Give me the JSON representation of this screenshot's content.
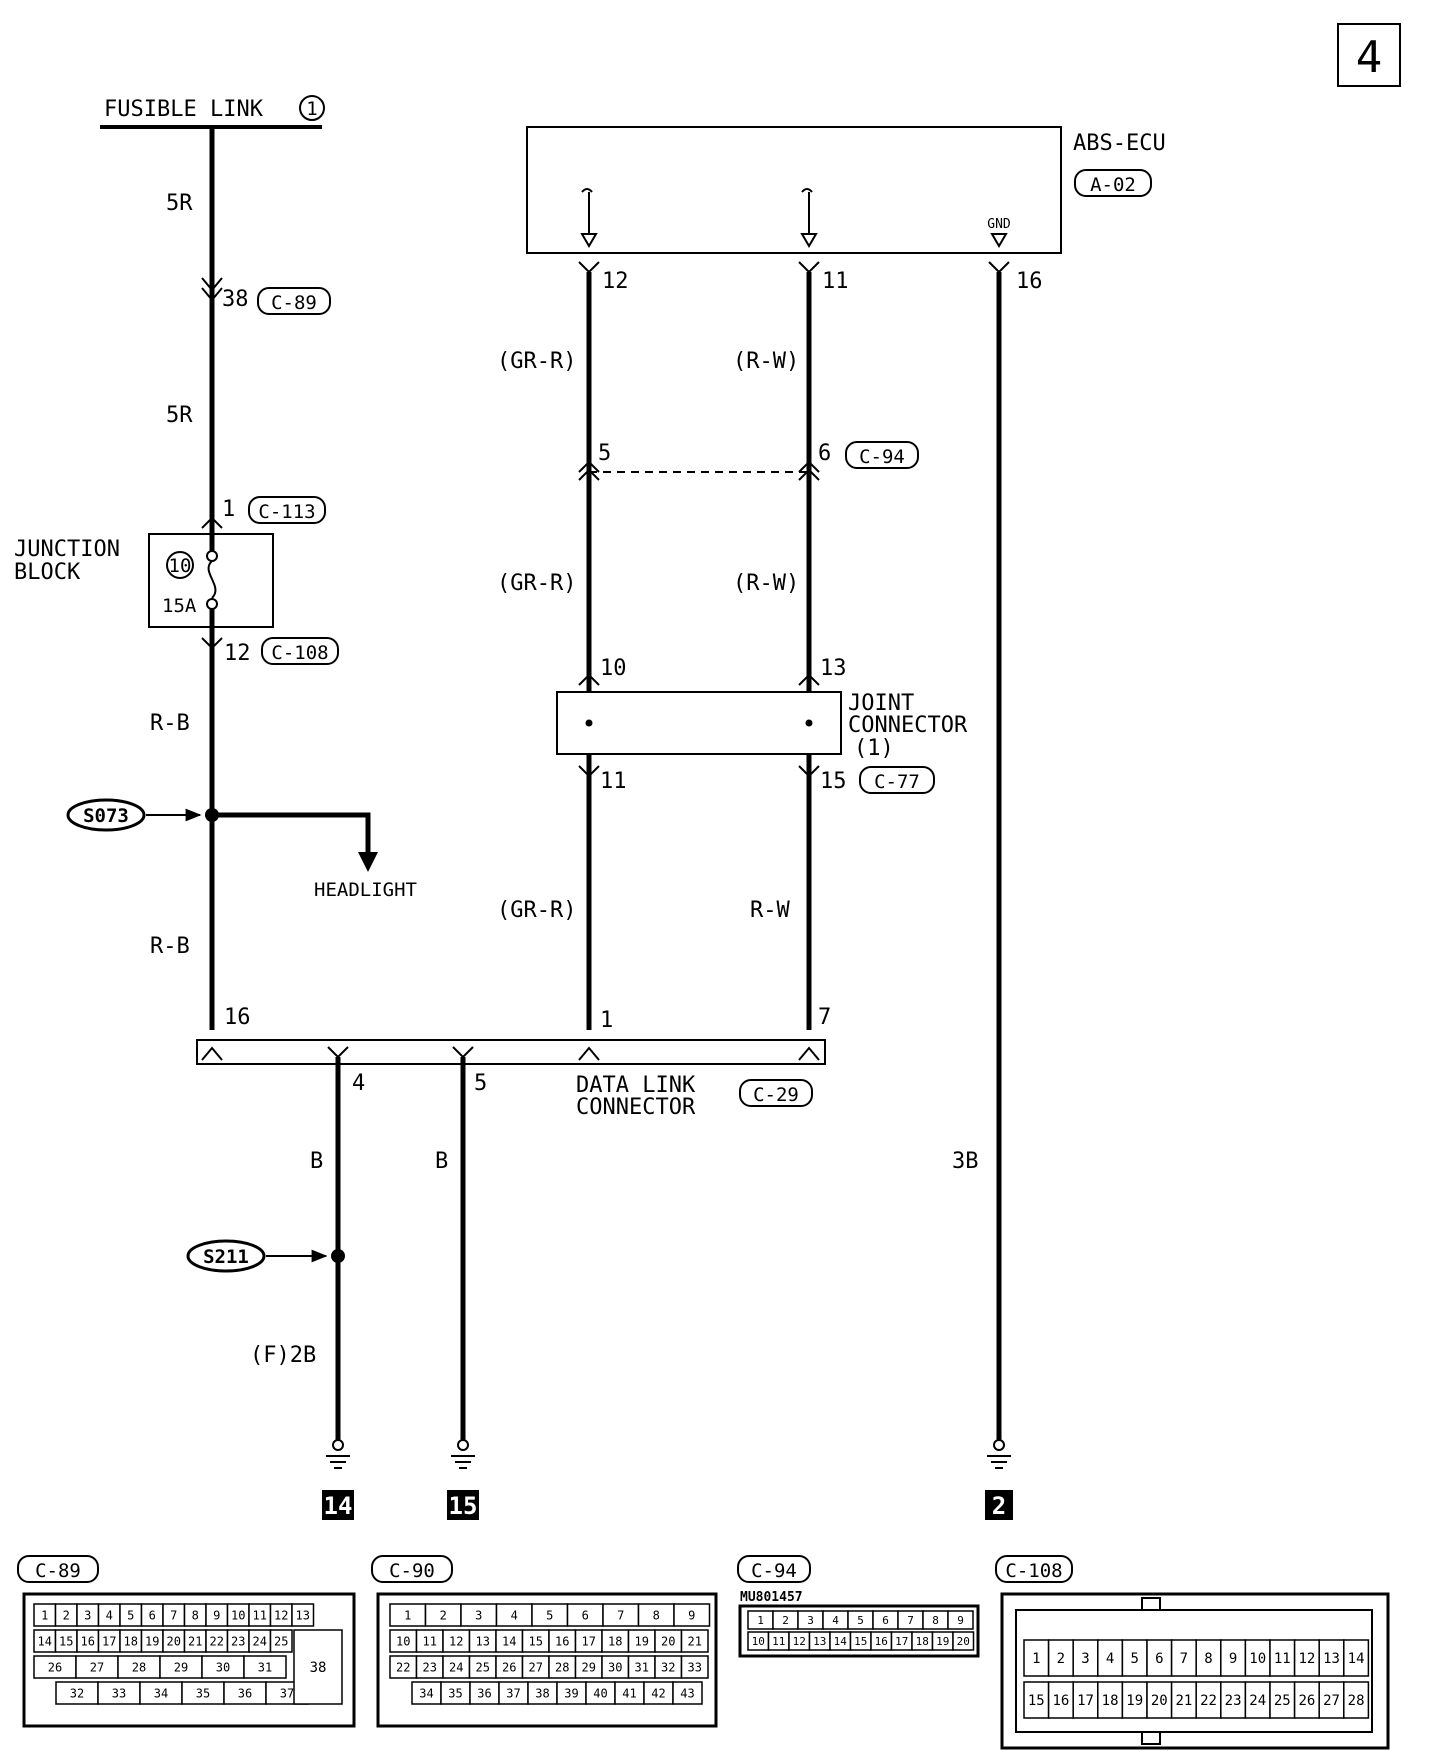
{
  "page_number": "4",
  "fusible_link": {
    "label": "FUSIBLE LINK",
    "num": "1"
  },
  "abs_ecu": {
    "label": "ABS-ECU",
    "connector": "A-02",
    "gnd": "GND"
  },
  "junction_block": {
    "label1": "JUNCTION",
    "label2": "BLOCK",
    "fuse_num": "10",
    "fuse_rating": "15A"
  },
  "joint_connector": {
    "line1": "JOINT",
    "line2": "CONNECTOR",
    "line3": "(1)"
  },
  "data_link": {
    "line1": "DATA LINK",
    "line2": "CONNECTOR",
    "connector": "C-29"
  },
  "headlight": "HEADLIGHT",
  "splices": {
    "s073": "S073",
    "s211": "S211"
  },
  "grounds": {
    "g14": "14",
    "g15": "15",
    "g2": "2"
  },
  "wire_colors": {
    "w5r_a": "5R",
    "w5r_b": "5R",
    "rb_a": "R-B",
    "rb_b": "R-B",
    "grr_a": "(GR-R)",
    "grr_b": "(GR-R)",
    "grr_c": "(GR-R)",
    "rw_a": "(R-W)",
    "rw_b": "(R-W)",
    "rw_c": "R-W",
    "b_a": "B",
    "b_b": "B",
    "f2b": "(F)2B",
    "w3b": "3B"
  },
  "pins": {
    "p38": "38",
    "p1": "1",
    "p12jb": "12",
    "p12ecu": "12",
    "p11ecu": "11",
    "p16ecu": "16",
    "p5": "5",
    "p6": "6",
    "p10": "10",
    "p13": "13",
    "p11jc": "11",
    "p15": "15",
    "p16dl": "16",
    "p1dl": "1",
    "p7dl": "7",
    "p4dl": "4",
    "p5dl": "5"
  },
  "connector_refs": {
    "c89": "C-89",
    "c113": "C-113",
    "c108": "C-108",
    "c94": "C-94",
    "c77": "C-77"
  },
  "views": {
    "c89": {
      "title": "C-89",
      "r1": [
        "1",
        "2",
        "3",
        "4",
        "5",
        "6",
        "7",
        "8",
        "9",
        "10",
        "11",
        "12",
        "13"
      ],
      "r2": [
        "14",
        "15",
        "16",
        "17",
        "18",
        "19",
        "20",
        "21",
        "22",
        "23",
        "24",
        "25"
      ],
      "r3": [
        "26",
        "27",
        "28",
        "29",
        "30",
        "31"
      ],
      "r4": [
        "32",
        "33",
        "34",
        "35",
        "36",
        "37"
      ],
      "big": "38"
    },
    "c90": {
      "title": "C-90",
      "r1": [
        "1",
        "2",
        "3",
        "4",
        "5",
        "6",
        "7",
        "8",
        "9"
      ],
      "r2": [
        "10",
        "11",
        "12",
        "13",
        "14",
        "15",
        "16",
        "17",
        "18",
        "19",
        "20",
        "21"
      ],
      "r3": [
        "22",
        "23",
        "24",
        "25",
        "26",
        "27",
        "28",
        "29",
        "30",
        "31",
        "32",
        "33"
      ],
      "r4": [
        "34",
        "35",
        "36",
        "37",
        "38",
        "39",
        "40",
        "41",
        "42",
        "43"
      ]
    },
    "c94": {
      "title": "C-94",
      "part": "MU801457",
      "r1": [
        "1",
        "2",
        "3",
        "4",
        "5",
        "6",
        "7",
        "8",
        "9"
      ],
      "r2": [
        "10",
        "11",
        "12",
        "13",
        "14",
        "15",
        "16",
        "17",
        "18",
        "19",
        "20"
      ]
    },
    "c108": {
      "title": "C-108",
      "r1": [
        "1",
        "2",
        "3",
        "4",
        "5",
        "6",
        "7",
        "8",
        "9",
        "10",
        "11",
        "12",
        "13",
        "14"
      ],
      "r2": [
        "15",
        "16",
        "17",
        "18",
        "19",
        "20",
        "21",
        "22",
        "23",
        "24",
        "25",
        "26",
        "27",
        "28"
      ]
    }
  }
}
